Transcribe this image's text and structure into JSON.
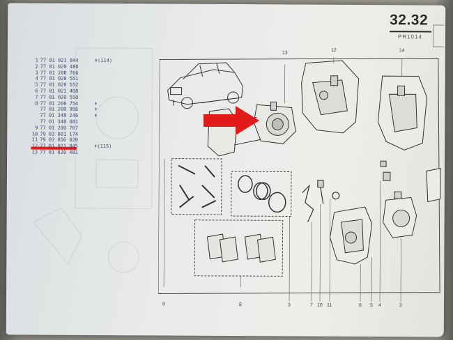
{
  "header": {
    "page_number": "32.32",
    "section_code": "PR1014"
  },
  "parts_list": [
    {
      "num": "1",
      "ref": "77 01 021 844",
      "mark": "✝(114)"
    },
    {
      "num": "2",
      "ref": "77 01 020 480",
      "mark": ""
    },
    {
      "num": "3",
      "ref": "77 01 200 766",
      "mark": ""
    },
    {
      "num": "4",
      "ref": "77 01 020 551",
      "mark": ""
    },
    {
      "num": "5",
      "ref": "77 01 020 552",
      "mark": ""
    },
    {
      "num": "6",
      "ref": "77 01 021 408",
      "mark": ""
    },
    {
      "num": "7",
      "ref": "77 01 020 550",
      "mark": ""
    },
    {
      "num": "8",
      "ref": "77 01 200 754",
      "mark": "✝"
    },
    {
      "num": "",
      "ref": "77 01 200 996",
      "mark": "✝"
    },
    {
      "num": "",
      "ref": "77 01 348 246",
      "mark": "✝"
    },
    {
      "num": "",
      "ref": "77 01 348 681",
      "mark": ""
    },
    {
      "num": "9",
      "ref": "77 01 200 767",
      "mark": ""
    },
    {
      "num": "10",
      "ref": "79 03 001 174",
      "mark": ""
    },
    {
      "num": "11",
      "ref": "79 03 056 020",
      "mark": ""
    },
    {
      "num": "12",
      "ref": "77 01 021 845",
      "mark": "✝(115)"
    },
    {
      "num": "13",
      "ref": "77 01 020 481",
      "mark": ""
    }
  ],
  "diagram": {
    "callouts_top": [
      "13",
      "12",
      "14"
    ],
    "callouts_bottom": [
      "9",
      "8",
      "3",
      "7",
      "10",
      "11",
      "6",
      "5",
      "4",
      "2"
    ]
  },
  "colors": {
    "highlight": "#e21a1a",
    "ink": "#3a3a3a",
    "list_ink": "#3a4a6a"
  }
}
